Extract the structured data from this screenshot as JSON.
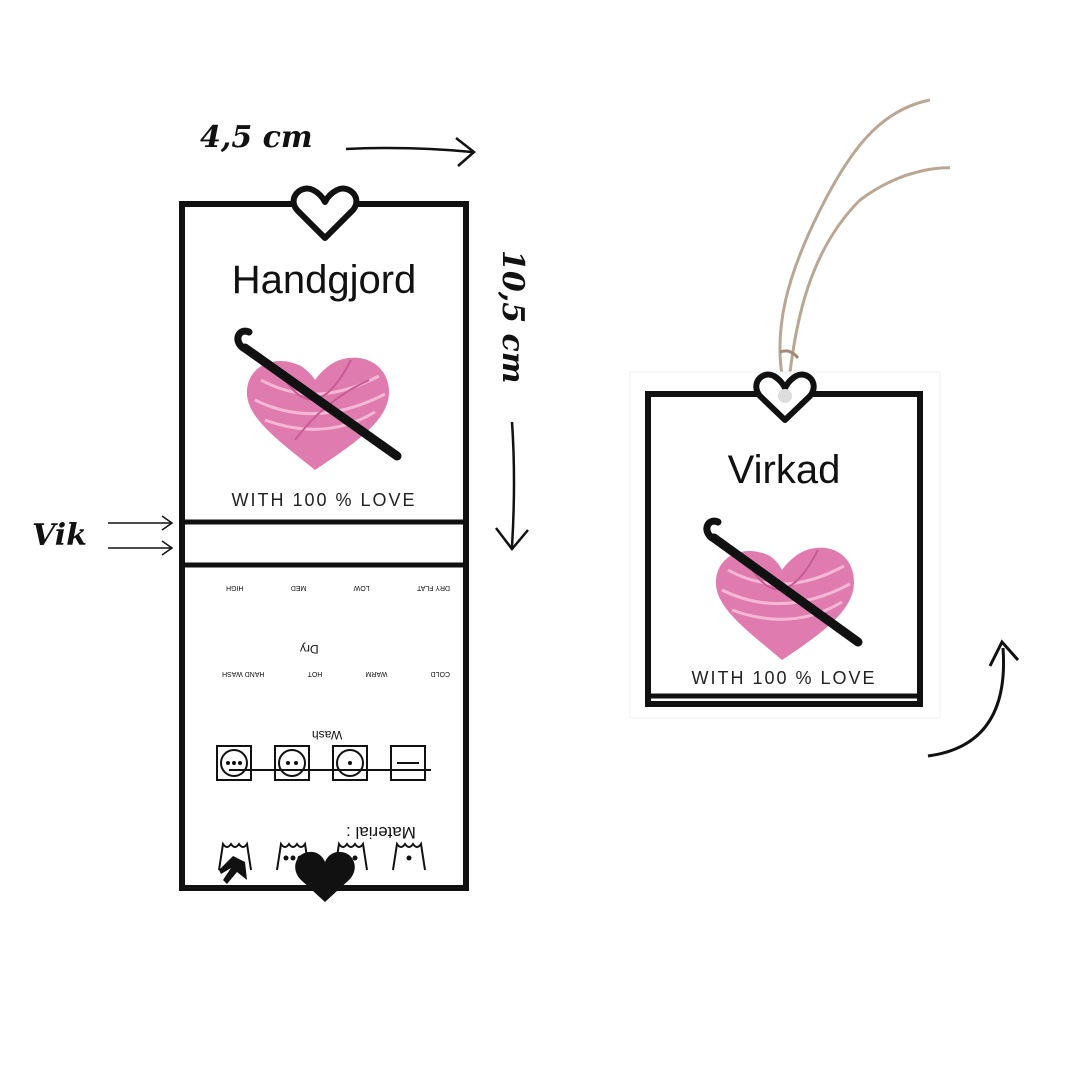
{
  "annotations": {
    "width_label": "4,5 cm",
    "height_label": "10,5 cm",
    "fold_label": "Vik"
  },
  "tag_unfolded": {
    "title": "Handgjord",
    "slogan": "WITH 100 % LOVE",
    "material_label": "Material :",
    "wash": {
      "section_label": "Wash",
      "symbols": [
        "COLD",
        "WARM",
        "HOT",
        "HAND WASH"
      ]
    },
    "dry": {
      "section_label": "Dry",
      "symbols": [
        "DRY FLAT",
        "LOW",
        "MED",
        "HIGH"
      ]
    }
  },
  "tag_folded": {
    "title": "Virkad",
    "slogan": "WITH 100 % LOVE"
  },
  "colors": {
    "ink": "#111111",
    "yarn_pink": "#e07bb0",
    "yarn_light": "#f4b8d4",
    "twine": "#b9a793"
  },
  "icons": [
    "heart-outline-icon",
    "yarn-heart-icon",
    "crochet-hook-icon",
    "heart-solid-icon",
    "hand-icon",
    "arrow-icon"
  ]
}
